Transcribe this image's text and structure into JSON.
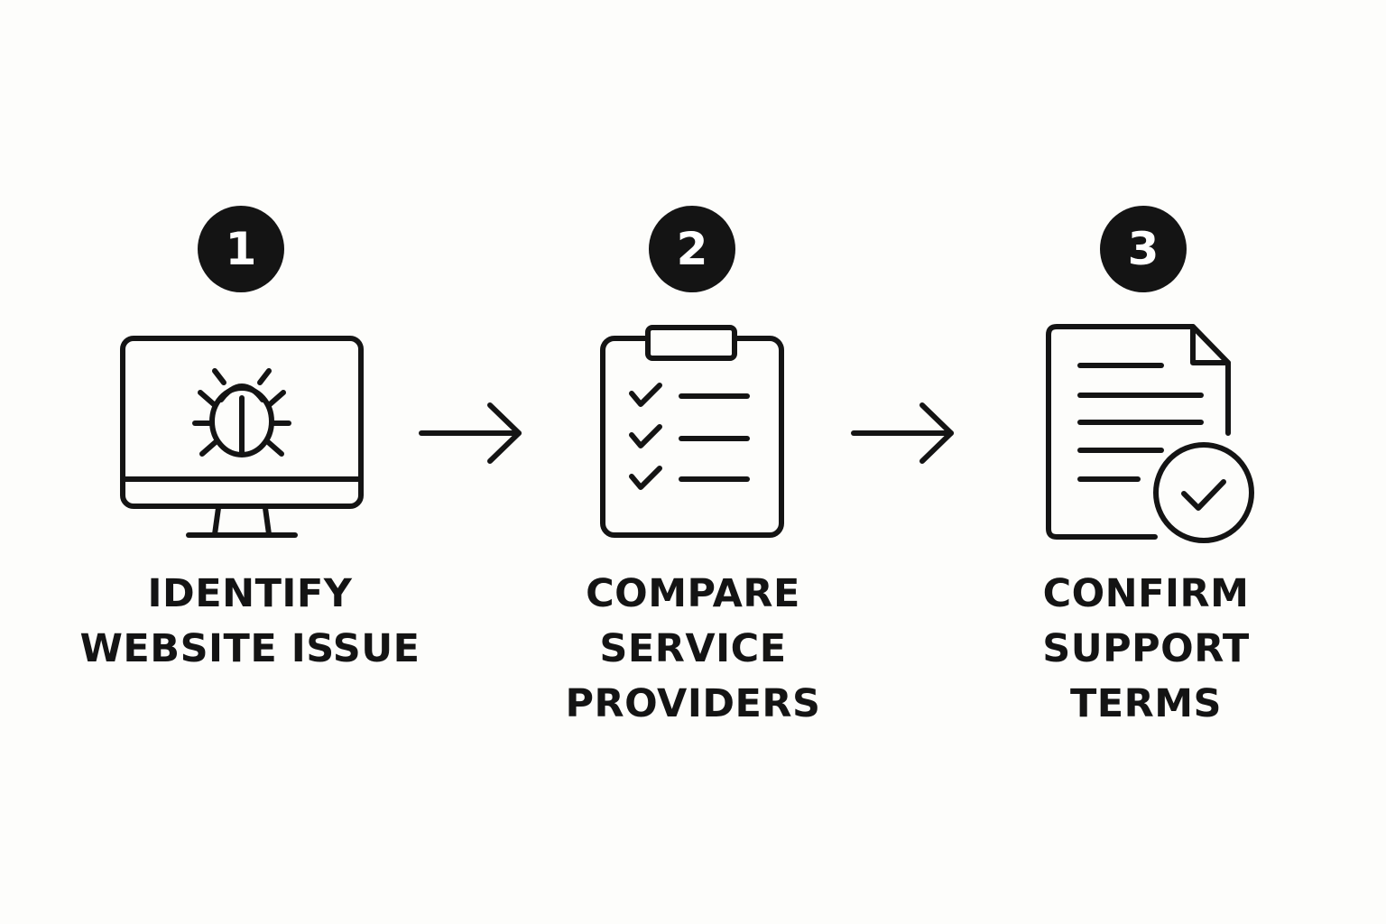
{
  "steps": [
    {
      "number": "1",
      "icon": "monitor-bug-icon",
      "label_lines": [
        "IDENTIFY",
        "WEBSITE ISSUE"
      ]
    },
    {
      "number": "2",
      "icon": "clipboard-checklist-icon",
      "label_lines": [
        "COMPARE",
        "SERVICE",
        "PROVIDERS"
      ]
    },
    {
      "number": "3",
      "icon": "document-check-icon",
      "label_lines": [
        "CONFIRM",
        "SUPPORT",
        "TERMS"
      ]
    }
  ],
  "connectors": [
    "arrow-right-icon",
    "arrow-right-icon"
  ],
  "colors": {
    "ink": "#141414",
    "background": "#fdfdfb"
  }
}
